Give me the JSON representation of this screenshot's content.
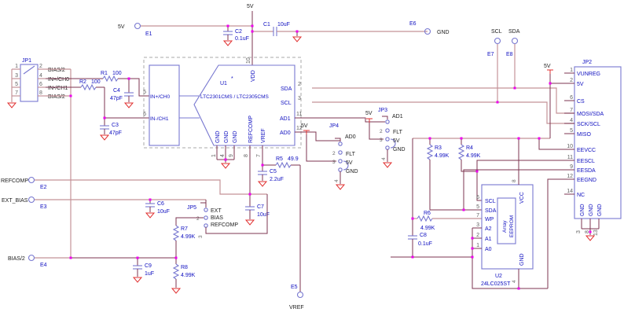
{
  "colors": {
    "wire_dark": "#7d3550",
    "wire_light": "#c49298",
    "component_blue": "#7878d0",
    "text_blue": "#0f0fc0",
    "text_black": "#202020",
    "pin_number": "#5f5f5f",
    "power_red": "#e03030",
    "junction_magenta": "#ee00ee",
    "background": "#ffffff"
  },
  "nets": {
    "v5": "5V",
    "gnd": "GND",
    "scl": "SCL",
    "sda": "SDA",
    "refcomp": "REFCOMP",
    "ext_bias": "EXT_BIAS",
    "bias2": "BIAS/2",
    "vref": "VREF"
  },
  "terminals": {
    "e1": "E1",
    "e2": "E2",
    "e3": "E3",
    "e4": "E4",
    "e5": "E5",
    "e6": "E6",
    "e7": "E7",
    "e8": "E8"
  },
  "jp1": {
    "ref": "JP1",
    "nums": [
      "1",
      "2",
      "3",
      "4",
      "5",
      "6",
      "7",
      "8"
    ],
    "rows": [
      "BIAS/2",
      "IN+/CH0",
      "IN-/CH1",
      "BIAS/2"
    ]
  },
  "u1": {
    "ref": "U1",
    "star": "*",
    "part": "LTC2301CMS / LTC2305CMS",
    "pins": {
      "in0": {
        "num": "5",
        "name": "IN+/CH0"
      },
      "in1": {
        "num": "6",
        "name": "IN-/CH1"
      },
      "vdd": {
        "num": "10",
        "name": "VDD"
      },
      "sda": {
        "num": "2",
        "name": "SDA"
      },
      "scl": {
        "num": "3",
        "name": "SCL"
      },
      "ad1": {
        "num": "11",
        "name": "AD1"
      },
      "ad0": {
        "num": "12",
        "name": "AD0"
      },
      "gnd1": {
        "num": "1",
        "name": "GND"
      },
      "gnd2": {
        "num": "4",
        "name": "GND"
      },
      "gnd3": {
        "num": "9",
        "name": "GND"
      },
      "refcomp": {
        "num": "8",
        "name": "REFCOMP"
      },
      "vref": {
        "num": "7",
        "name": "VREF"
      }
    }
  },
  "r": {
    "r1": {
      "ref": "R1",
      "val": "100"
    },
    "r2": {
      "ref": "R2",
      "val": "100"
    },
    "r3": {
      "ref": "R3",
      "val": "4.99K"
    },
    "r4": {
      "ref": "R4",
      "val": "4.99K"
    },
    "r5": {
      "ref": "R5",
      "val": "49.9"
    },
    "r6": {
      "ref": "R6",
      "val": "4.99K"
    },
    "r7": {
      "ref": "R7",
      "val": "4.99K"
    },
    "r8": {
      "ref": "R8",
      "val": "4.99K"
    }
  },
  "c": {
    "c1": {
      "ref": "C1",
      "val": "10uF"
    },
    "c2": {
      "ref": "C2",
      "val": "0.1uF"
    },
    "c3": {
      "ref": "C3",
      "val": "47pF"
    },
    "c4": {
      "ref": "C4",
      "val": "47pF"
    },
    "c5": {
      "ref": "C5",
      "val": "2.2uF"
    },
    "c6": {
      "ref": "C6",
      "val": "10uF"
    },
    "c7": {
      "ref": "C7",
      "val": "10uF"
    },
    "c8": {
      "ref": "C8",
      "val": "0.1uF"
    },
    "c9": {
      "ref": "C9",
      "val": "1uF"
    }
  },
  "jp5": {
    "ref": "JP5",
    "num2": "2",
    "num3": "3",
    "rows": [
      "EXT",
      "BIAS",
      "REFCOMP"
    ]
  },
  "jp4": {
    "ref": "JP4",
    "net": "AD0",
    "supply": "5V",
    "rows": [
      "FLT",
      "5V",
      "GND"
    ],
    "num2": "2",
    "num3": "3",
    "num4": "4"
  },
  "jp3": {
    "ref": "JP3",
    "net": "AD1",
    "supply": "5V",
    "rows": [
      "FLT",
      "5V",
      "GND"
    ],
    "num2": "2",
    "num3": "3",
    "num4": "4"
  },
  "jp2": {
    "ref": "JP2",
    "supply": "5V",
    "pins": [
      {
        "num": "1",
        "label": "VUNREG"
      },
      {
        "num": "2",
        "label": "5V"
      },
      {
        "num": "6",
        "label": "CS"
      },
      {
        "num": "7",
        "label": "MOSI/SDA"
      },
      {
        "num": "4",
        "label": "SCK/SCL"
      },
      {
        "num": "5",
        "label": "MISO"
      },
      {
        "num": "10",
        "label": "EEVCC"
      },
      {
        "num": "11",
        "label": "EESCL"
      },
      {
        "num": "9",
        "label": "EESDA"
      },
      {
        "num": "12",
        "label": "EEGND"
      },
      {
        "num": "14",
        "label": "NC"
      }
    ],
    "gnd": {
      "labels": [
        "GND",
        "GND",
        "GND"
      ],
      "nums": [
        "3",
        "8",
        "13"
      ]
    }
  },
  "u2": {
    "ref": "U2",
    "part": "24LC025ST",
    "inner_line1": "Array",
    "inner_line2": "EEPROM",
    "left": [
      {
        "num": "6",
        "name": "SCL"
      },
      {
        "num": "5",
        "name": "SDA"
      },
      {
        "num": "7",
        "name": "WP"
      },
      {
        "num": "3",
        "name": "A2"
      },
      {
        "num": "2",
        "name": "A1"
      },
      {
        "num": "1",
        "name": "A0"
      }
    ],
    "vcc": {
      "num": "8",
      "name": "VCC"
    },
    "gnd": {
      "num": "4",
      "name": "GND"
    }
  }
}
